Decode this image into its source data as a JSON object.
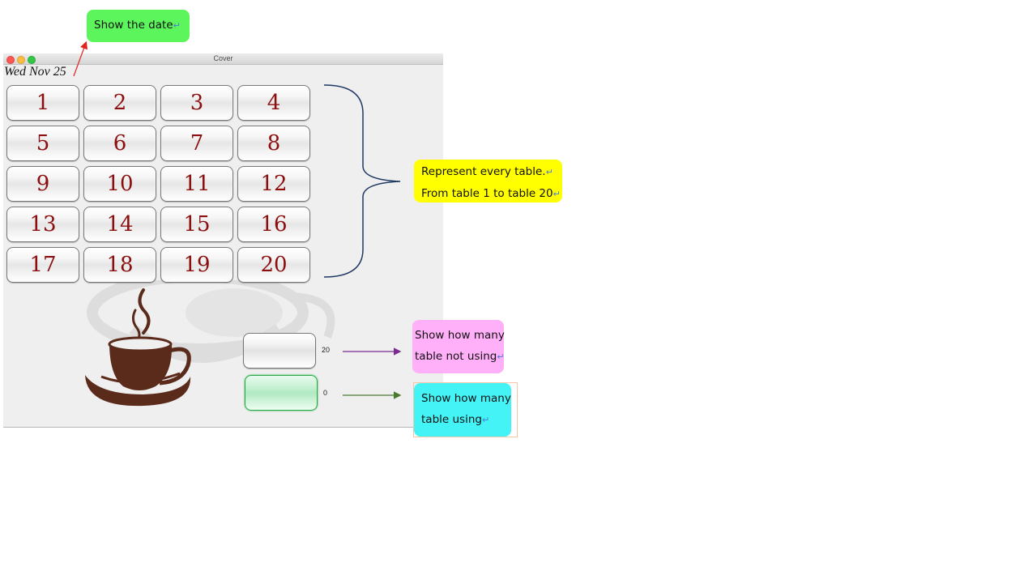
{
  "window": {
    "title": "Cover",
    "date_text": "Wed Nov 25"
  },
  "tables": [
    "1",
    "2",
    "3",
    "4",
    "5",
    "6",
    "7",
    "8",
    "9",
    "10",
    "11",
    "12",
    "13",
    "14",
    "15",
    "16",
    "17",
    "18",
    "19",
    "20"
  ],
  "counters": {
    "not_using": "20",
    "using": "0"
  },
  "callouts": {
    "date": "Show the date",
    "tables_line1": "Represent every table.",
    "tables_line2": "From table 1 to table 20",
    "not_using_line1": "Show how many",
    "not_using_line2": "table not using",
    "using_line1": "Show how many",
    "using_line2": "table using",
    "return_mark": "↵"
  },
  "colors": {
    "callout_date": "#5cf55c",
    "callout_tables": "#ffff00",
    "callout_not_using": "#ffb0f8",
    "callout_using": "#43f3f6",
    "table_number": "#8b0f0f",
    "cup": "#5a2a1a"
  },
  "icons": {
    "cup": "coffee-cup-icon",
    "watermark": "coffee-cup-watermark"
  }
}
